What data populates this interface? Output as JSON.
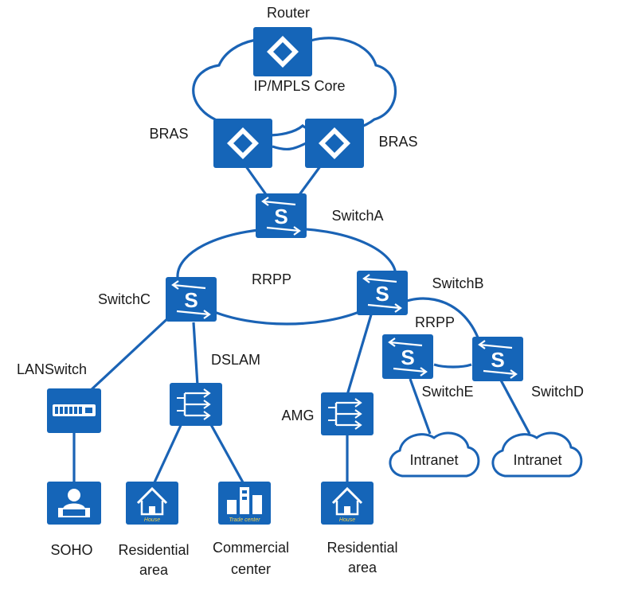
{
  "labels": {
    "router": "Router",
    "core": "IP/MPLS Core",
    "bras_left": "BRAS",
    "bras_right": "BRAS",
    "switch_a": "SwitchA",
    "rrpp_main": "RRPP",
    "switch_b": "SwitchB",
    "switch_c": "SwitchC",
    "rrpp_sub": "RRPP",
    "lanswitch": "LANSwitch",
    "dslam": "DSLAM",
    "switch_e": "SwitchE",
    "switch_d": "SwitchD",
    "amg": "AMG",
    "intranet_e": "Intranet",
    "intranet_d": "Intranet",
    "soho": "SOHO",
    "residential_1_line1": "Residential",
    "residential_1_line2": "area",
    "commercial_line1": "Commercial",
    "commercial_line2": "center",
    "residential_2_line1": "Residential",
    "residential_2_line2": "area"
  },
  "icon_text": {
    "house_1": "House",
    "trade_center": "Trade center",
    "house_2": "House"
  },
  "icons": {
    "router": "router-icon",
    "bras_left": "router-icon",
    "bras_right": "router-icon",
    "switch_a": "switch-icon",
    "switch_b": "switch-icon",
    "switch_c": "switch-icon",
    "switch_d": "switch-icon",
    "switch_e": "switch-icon",
    "lanswitch": "lan-switch-icon",
    "dslam": "dslam-icon",
    "amg": "amg-icon",
    "soho": "user-at-computer-icon",
    "residential_1": "house-icon",
    "commercial": "office-building-icon",
    "residential_2": "house-icon"
  },
  "colors": {
    "device_blue": "#1565b8",
    "link_blue": "#1a63b5",
    "cloud_outline": "#1a63b5"
  }
}
